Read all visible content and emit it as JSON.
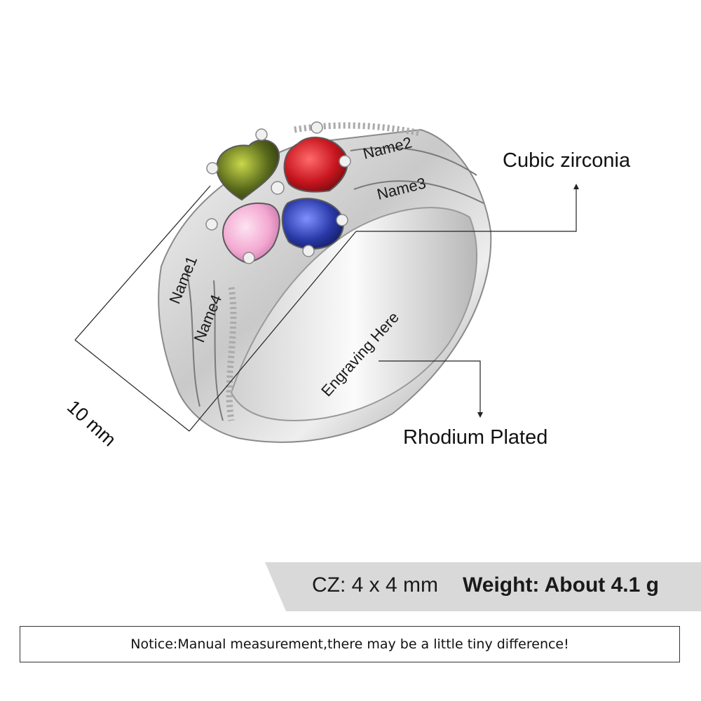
{
  "callouts": {
    "stone_material": "Cubic zirconia",
    "plating": "Rhodium Plated",
    "dimension": "10 mm"
  },
  "engravings": {
    "name1": "Name1",
    "name2": "Name2",
    "name3": "Name3",
    "name4": "Name4",
    "inner": "Engraving Here"
  },
  "specs": {
    "cz_size": "CZ: 4 x 4 mm",
    "weight": "Weight: About 4.1 g"
  },
  "notice": "Notice:Manual measurement,there may be a little tiny difference!",
  "stones": [
    {
      "name": "peridot-heart",
      "color": "#5a6b1c"
    },
    {
      "name": "ruby-heart",
      "color": "#c8161f"
    },
    {
      "name": "pink-heart",
      "color": "#f3a9d2"
    },
    {
      "name": "sapphire-heart",
      "color": "#2a3aa8"
    }
  ]
}
